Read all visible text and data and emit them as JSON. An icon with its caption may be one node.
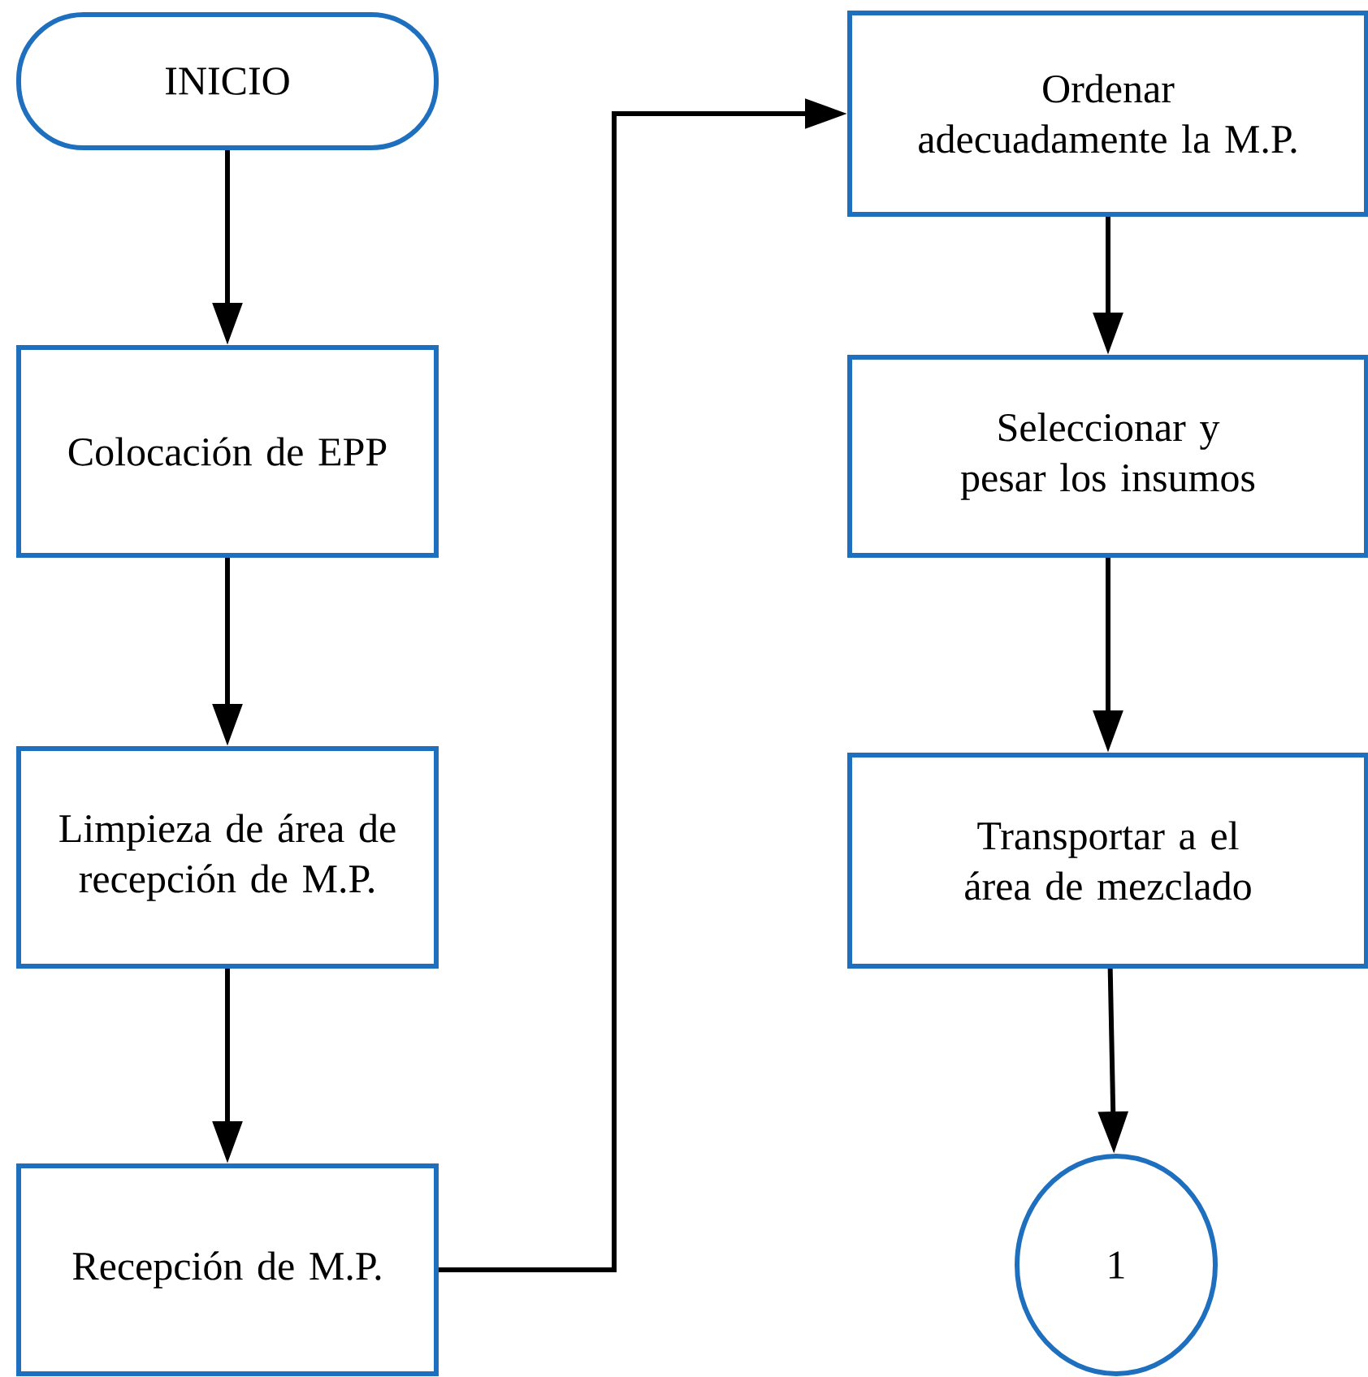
{
  "diagram": {
    "nodes": [
      {
        "text": [
          "INICIO"
        ]
      },
      {
        "text": [
          "Colocación de EPP"
        ]
      },
      {
        "text": [
          "Limpieza de área de recepción de M.P."
        ]
      },
      {
        "text": [
          "Recepción de M.P."
        ]
      },
      {
        "text": [
          "Ordenar adecuadamente la M.P."
        ]
      },
      {
        "text": [
          "Seleccionar y pesar los insumos"
        ]
      },
      {
        "text": [
          "Transportar a el área de mezclado"
        ]
      },
      {
        "text": [
          "1"
        ]
      }
    ],
    "edges": [
      {
        "from": 0,
        "to": 1,
        "arrow": "to"
      },
      {
        "from": 1,
        "to": 2,
        "arrow": "to"
      },
      {
        "from": 2,
        "to": 3,
        "arrow": "to"
      },
      {
        "from": 3,
        "to": 4,
        "arrow": "to"
      },
      {
        "from": 4,
        "to": 5,
        "arrow": "to"
      },
      {
        "from": 5,
        "to": 6,
        "arrow": "to"
      },
      {
        "from": 6,
        "to": 7,
        "arrow": "to"
      }
    ]
  }
}
